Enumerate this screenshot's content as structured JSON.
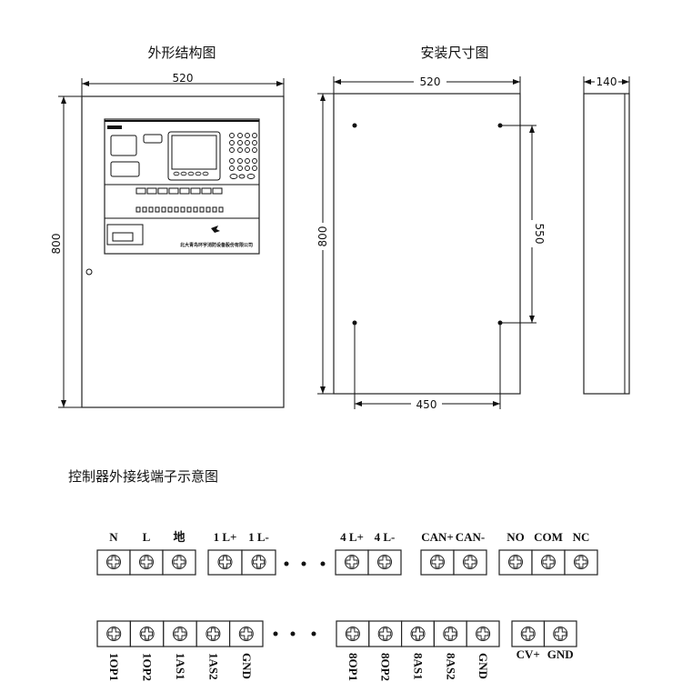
{
  "titles": {
    "exterior": "外形结构图",
    "mounting": "安装尺寸图",
    "terminals": "控制器外接线端子示意图"
  },
  "dimensions": {
    "exterior_width": "520",
    "exterior_height": "800",
    "mount_width": "520",
    "mount_height": "800",
    "hole_vertical": "550",
    "hole_horizontal": "450",
    "depth": "140"
  },
  "panel": {
    "maker_text": "北大青鸟环宇消防设备股份有限公司"
  },
  "top_row": {
    "groups": [
      [
        "N",
        "L",
        "地"
      ],
      [
        "1 L+",
        "1 L-"
      ],
      [
        "4 L+",
        "4 L-"
      ],
      [
        "CAN+",
        "CAN-"
      ],
      [
        "NO",
        "COM",
        "NC"
      ]
    ]
  },
  "bottom_row": {
    "groups": [
      [
        "1OP1",
        "1OP2",
        "1AS1",
        "1AS2",
        "GND"
      ],
      [
        "8OP1",
        "8OP2",
        "8AS1",
        "8AS2",
        "GND"
      ],
      [
        "CV+",
        "GND"
      ]
    ]
  }
}
